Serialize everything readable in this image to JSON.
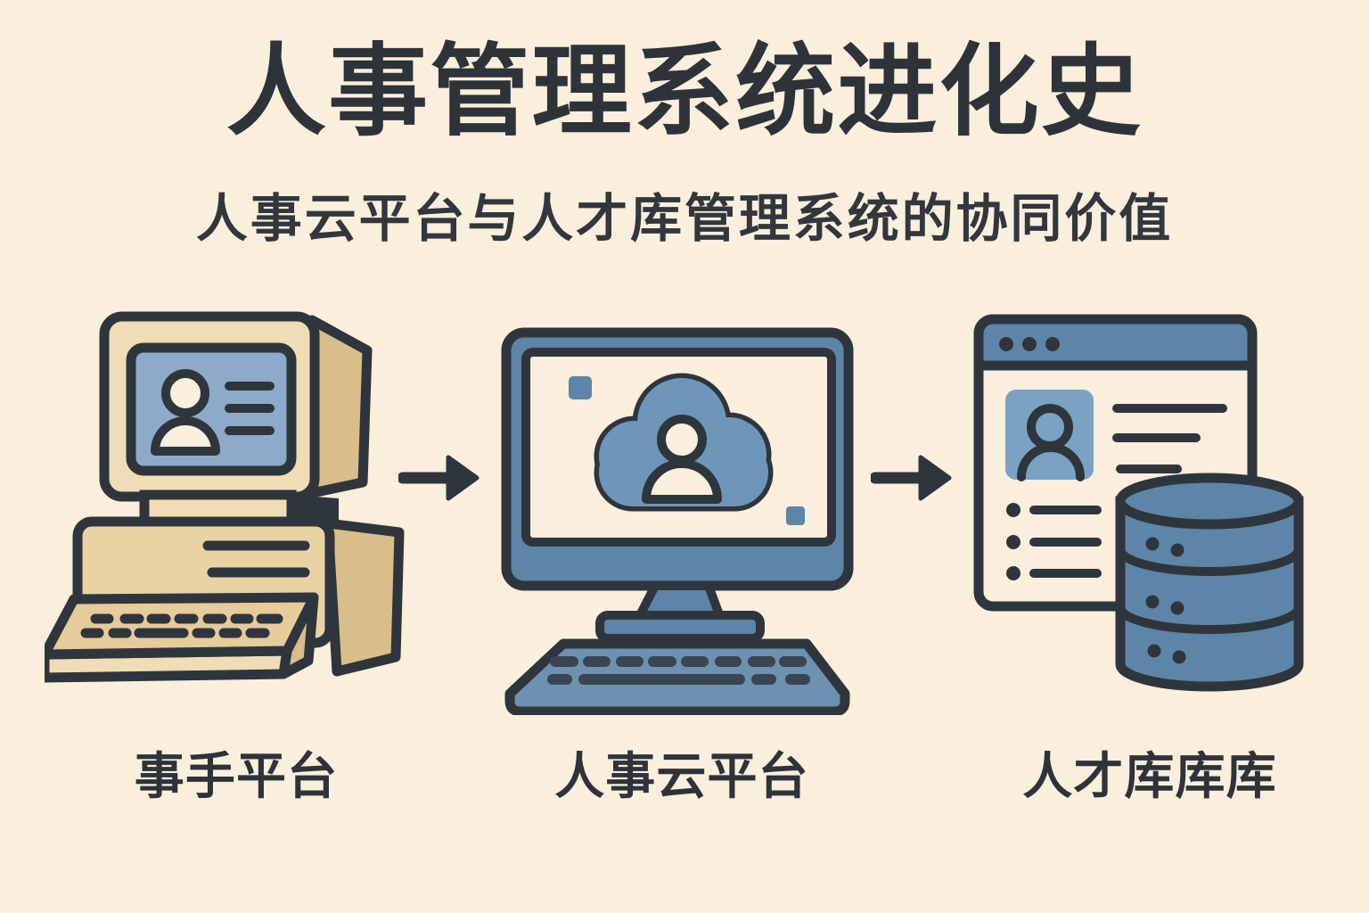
{
  "header": {
    "title": "人事管理系统进化史",
    "subtitle": "人事云平台与人才库管理系统的协同价值"
  },
  "stages": [
    {
      "label": "事手平台",
      "icon": "retro-computer-icon"
    },
    {
      "label": "人事云平台",
      "icon": "cloud-computer-icon"
    },
    {
      "label": "人才库库库",
      "icon": "talent-database-icon"
    }
  ],
  "arrows": [
    {
      "icon": "arrow-right-icon"
    },
    {
      "icon": "arrow-right-icon"
    }
  ],
  "colors": {
    "background": "#f9efdc",
    "ink": "#2f353c",
    "steel_blue": "#5d85a7",
    "cloud_blue": "#6e96b8",
    "screen_blue": "#8cabc8",
    "profile_blue": "#7aa2c3",
    "keyboard_blue": "#6d91b0",
    "key_ink": "#3b4552",
    "beige_light": "#efddb6",
    "beige_mid": "#e9d3a4",
    "beige_dark": "#d9bd8a",
    "cream": "#f9efdc"
  }
}
